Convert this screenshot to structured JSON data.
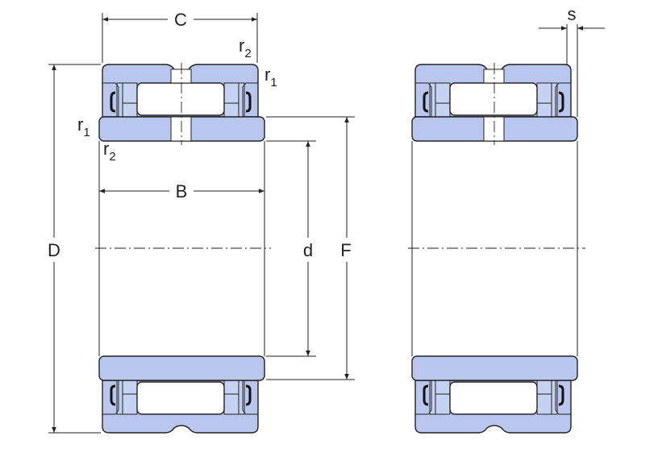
{
  "diagram": {
    "title": "Needle roller bearing with inner ring, sealed",
    "labels": {
      "C": "C",
      "B": "B",
      "D": "D",
      "d": "d",
      "F": "F",
      "s": "s",
      "r": "r",
      "sub1": "1",
      "sub2": "2"
    },
    "colors": {
      "ring_fill": "#b9c7ee",
      "line": "#222222"
    }
  }
}
